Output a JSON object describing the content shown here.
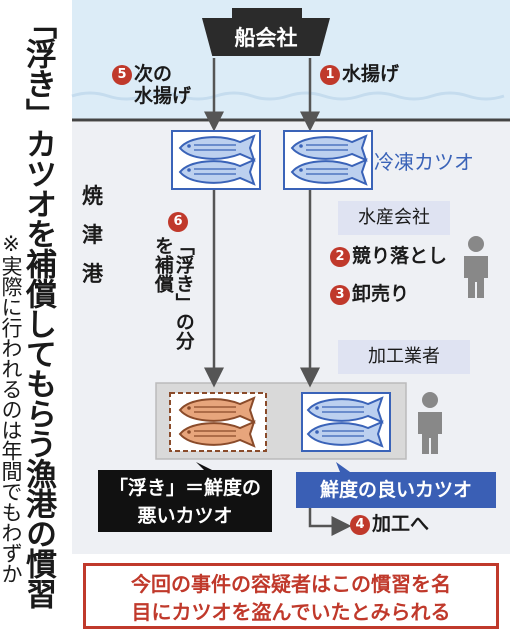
{
  "title": "「浮き」カツオを補償してもらう漁港の慣習",
  "note": "※実際に行われるのは年間でもわずか",
  "port": [
    "焼",
    "津",
    "港"
  ],
  "ship": "船会社",
  "steps": {
    "s1": {
      "num": "1",
      "text": "水揚げ"
    },
    "s5": {
      "num": "5",
      "line1": "次の",
      "line2": "水揚げ"
    },
    "s6": {
      "num": "6",
      "text": "「浮き」の分を補償"
    },
    "s2": {
      "num": "2",
      "text": "競り落とし"
    },
    "s3": {
      "num": "3",
      "text": "卸売り"
    },
    "s4": {
      "num": "4",
      "text": "加工へ"
    }
  },
  "frozen_label": "冷凍カツオ",
  "fishery_company": "水産会社",
  "processor": "加工業者",
  "bad_fish": {
    "line1": "「浮き」＝鮮度の",
    "line2": "悪いカツオ"
  },
  "good_fish": "鮮度の良いカツオ",
  "conclusion": {
    "line1": "今回の事件の容疑者はこの慣習を名",
    "line2": "目にカツオを盗んでいたとみられる"
  },
  "colors": {
    "sea": "#dcecf7",
    "blue": "#3a63b8",
    "red": "#c0392b",
    "gray": "#666666",
    "bad_fish": "#c8764a"
  }
}
